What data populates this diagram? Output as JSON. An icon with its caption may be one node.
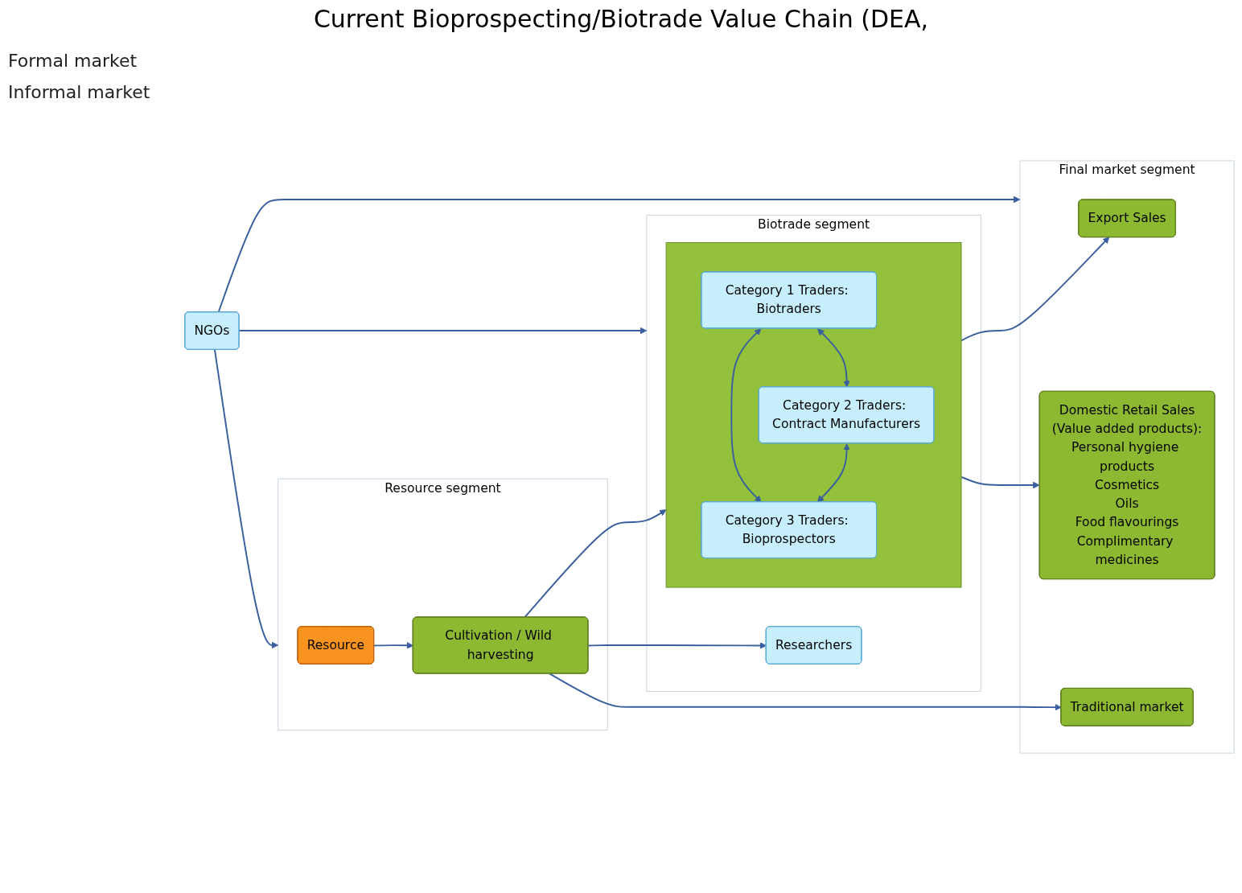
{
  "diagram": {
    "title": "Current Bioprospecting/Biotrade Value Chain (DEA,",
    "nodes": [
      {
        "text": [
          "Resource segment"
        ]
      },
      {
        "text": [
          "Biotrade segment"
        ]
      },
      {
        "text": [
          "Final market segment"
        ]
      },
      {
        "text": [
          "Resource"
        ],
        "in": 0
      },
      {
        "text": [
          "Cultivation / Wild harvesting"
        ],
        "in": 0
      },
      {
        "text": [],
        "shape": "box",
        "in": 1
      },
      {
        "text": [
          "Category 1 Traders: Biotraders"
        ],
        "in": 5
      },
      {
        "text": [
          "Category 3 Traders: Bioprospectors"
        ],
        "in": 5
      },
      {
        "text": [
          "Category 2 Traders: Contract Manufacturers"
        ],
        "in": 5
      },
      {
        "text": [
          "Researchers"
        ],
        "in": 1
      },
      {
        "text": [
          "Export Sales"
        ],
        "in": 2
      },
      {
        "text": [
          "Domestic Retail Sales",
          "(Value added products):",
          "Personal hygiene products",
          "Cosmetics",
          "Oils",
          "Food flavourings",
          "Complimentary medicines"
        ],
        "in": 2
      },
      {
        "text": [
          "Traditional market"
        ],
        "in": 2
      },
      {
        "text": [
          "NGOs"
        ]
      }
    ],
    "edges": [
      {
        "from": 3,
        "to": 4,
        "arrow": "to"
      },
      {
        "from": 4,
        "to": 5,
        "arrow": "to"
      },
      {
        "from": 6,
        "to": 7,
        "arrow": "both"
      },
      {
        "from": 6,
        "to": 8,
        "arrow": "both"
      },
      {
        "from": 8,
        "to": 7,
        "arrow": "both"
      },
      {
        "from": 5,
        "to": 10,
        "arrow": "to"
      },
      {
        "from": 5,
        "to": 11,
        "arrow": "to"
      },
      {
        "from": 4,
        "to": 9,
        "arrow": "to"
      },
      {
        "from": 4,
        "to": 12,
        "arrow": "to"
      },
      {
        "from": 13,
        "to": 0,
        "arrow": "to"
      },
      {
        "from": 13,
        "to": 1,
        "arrow": "to"
      },
      {
        "from": 13,
        "to": 2,
        "arrow": "to"
      }
    ],
    "labels": [
      "Formal market",
      "Informal market"
    ]
  }
}
